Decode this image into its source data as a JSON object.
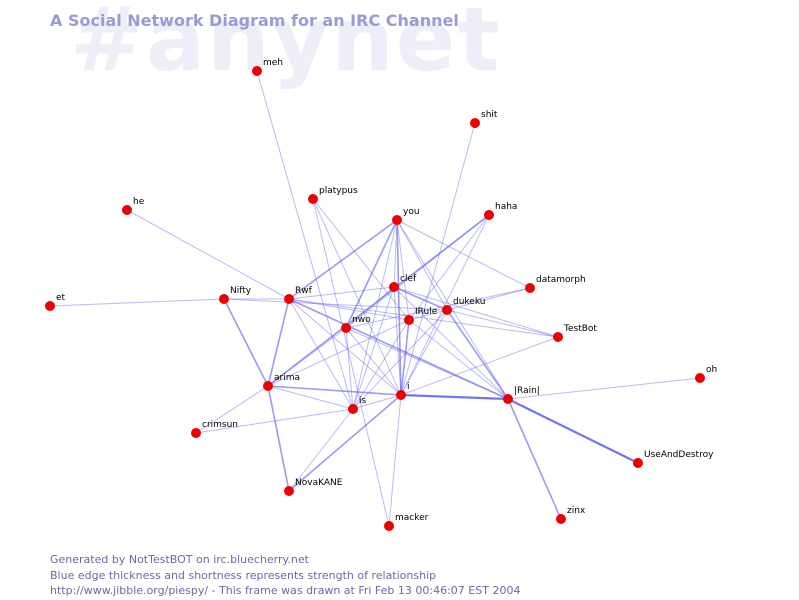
{
  "watermark": "#anynet",
  "title": "A Social Network Diagram for an IRC Channel",
  "footer": {
    "line1": "Generated by NotTestBOT on irc.bluecherry.net",
    "line2": "Blue edge thickness and shortness represents strength of relationship",
    "line3": "http://www.jibble.org/piespy/ - This frame was drawn at Fri Feb 13 00:46:07 EST 2004"
  },
  "colors": {
    "node": "#ee0000",
    "edge": "#6666ee",
    "title": "#9a9ad6",
    "watermark": "#eeeef8",
    "footer": "#6a6aa6"
  },
  "nodes": [
    {
      "id": "meh",
      "label": "meh"
    },
    {
      "id": "shit",
      "label": "shit"
    },
    {
      "id": "platypus",
      "label": "platypus"
    },
    {
      "id": "he",
      "label": "he"
    },
    {
      "id": "you",
      "label": "you"
    },
    {
      "id": "haha",
      "label": "haha"
    },
    {
      "id": "clef",
      "label": "clef"
    },
    {
      "id": "datamorph",
      "label": "datamorph"
    },
    {
      "id": "et",
      "label": "et"
    },
    {
      "id": "Nifty",
      "label": "Nifty"
    },
    {
      "id": "Rwf",
      "label": "Rwf"
    },
    {
      "id": "dukeku",
      "label": "dukeku"
    },
    {
      "id": "nwo",
      "label": "nwo"
    },
    {
      "id": "IRule",
      "label": "IRule"
    },
    {
      "id": "TestBot",
      "label": "TestBot"
    },
    {
      "id": "oh",
      "label": "oh"
    },
    {
      "id": "arima",
      "label": "arima"
    },
    {
      "id": "i",
      "label": "i"
    },
    {
      "id": "Rain",
      "label": "|Rain|"
    },
    {
      "id": "is",
      "label": "is"
    },
    {
      "id": "crimsun",
      "label": "crimsun"
    },
    {
      "id": "UseAndDestroy",
      "label": "UseAndDestroy"
    },
    {
      "id": "NovaKANE",
      "label": "NovaKANE"
    },
    {
      "id": "zinx",
      "label": "zinx"
    },
    {
      "id": "macker",
      "label": "macker"
    }
  ],
  "edges": [
    {
      "source": "meh",
      "target": "is",
      "weight": 1
    },
    {
      "source": "shit",
      "target": "i",
      "weight": 1
    },
    {
      "source": "platypus",
      "target": "i",
      "weight": 1
    },
    {
      "source": "platypus",
      "target": "IRule",
      "weight": 1
    },
    {
      "source": "platypus",
      "target": "macker",
      "weight": 1
    },
    {
      "source": "he",
      "target": "Rwf",
      "weight": 1
    },
    {
      "source": "et",
      "target": "Nifty",
      "weight": 1
    },
    {
      "source": "Nifty",
      "target": "Rwf",
      "weight": 1
    },
    {
      "source": "Nifty",
      "target": "arima",
      "weight": 2
    },
    {
      "source": "Nifty",
      "target": "dukeku",
      "weight": 1
    },
    {
      "source": "you",
      "target": "Rwf",
      "weight": 2
    },
    {
      "source": "you",
      "target": "nwo",
      "weight": 2
    },
    {
      "source": "you",
      "target": "clef",
      "weight": 1
    },
    {
      "source": "you",
      "target": "IRule",
      "weight": 1
    },
    {
      "source": "you",
      "target": "is",
      "weight": 1
    },
    {
      "source": "you",
      "target": "i",
      "weight": 2
    },
    {
      "source": "you",
      "target": "dukeku",
      "weight": 1
    },
    {
      "source": "you",
      "target": "datamorph",
      "weight": 1
    },
    {
      "source": "you",
      "target": "Rain",
      "weight": 1
    },
    {
      "source": "haha",
      "target": "arima",
      "weight": 2
    },
    {
      "source": "haha",
      "target": "nwo",
      "weight": 1
    },
    {
      "source": "haha",
      "target": "IRule",
      "weight": 1
    },
    {
      "source": "haha",
      "target": "i",
      "weight": 1
    },
    {
      "source": "clef",
      "target": "Rwf",
      "weight": 1
    },
    {
      "source": "clef",
      "target": "dukeku",
      "weight": 2
    },
    {
      "source": "clef",
      "target": "TestBot",
      "weight": 1
    },
    {
      "source": "clef",
      "target": "is",
      "weight": 1
    },
    {
      "source": "clef",
      "target": "i",
      "weight": 1
    },
    {
      "source": "clef",
      "target": "Rain",
      "weight": 1
    },
    {
      "source": "clef",
      "target": "nwo",
      "weight": 1
    },
    {
      "source": "datamorph",
      "target": "dukeku",
      "weight": 1
    },
    {
      "source": "datamorph",
      "target": "nwo",
      "weight": 1
    },
    {
      "source": "Rwf",
      "target": "IRule",
      "weight": 1
    },
    {
      "source": "Rwf",
      "target": "arima",
      "weight": 2
    },
    {
      "source": "Rwf",
      "target": "i",
      "weight": 1
    },
    {
      "source": "Rwf",
      "target": "Rain",
      "weight": 2
    },
    {
      "source": "Rwf",
      "target": "TestBot",
      "weight": 1
    },
    {
      "source": "dukeku",
      "target": "IRule",
      "weight": 1
    },
    {
      "source": "dukeku",
      "target": "is",
      "weight": 1
    },
    {
      "source": "dukeku",
      "target": "i",
      "weight": 1
    },
    {
      "source": "dukeku",
      "target": "Rain",
      "weight": 2
    },
    {
      "source": "dukeku",
      "target": "TestBot",
      "weight": 1
    },
    {
      "source": "nwo",
      "target": "is",
      "weight": 1
    },
    {
      "source": "nwo",
      "target": "i",
      "weight": 1
    },
    {
      "source": "nwo",
      "target": "Rain",
      "weight": 1
    },
    {
      "source": "nwo",
      "target": "arima",
      "weight": 1
    },
    {
      "source": "IRule",
      "target": "i",
      "weight": 2
    },
    {
      "source": "IRule",
      "target": "is",
      "weight": 1
    },
    {
      "source": "IRule",
      "target": "Rain",
      "weight": 1
    },
    {
      "source": "IRule",
      "target": "arima",
      "weight": 1
    },
    {
      "source": "TestBot",
      "target": "i",
      "weight": 1
    },
    {
      "source": "arima",
      "target": "i",
      "weight": 2
    },
    {
      "source": "arima",
      "target": "is",
      "weight": 1
    },
    {
      "source": "arima",
      "target": "NovaKANE",
      "weight": 2
    },
    {
      "source": "arima",
      "target": "crimsun",
      "weight": 1
    },
    {
      "source": "i",
      "target": "Rain",
      "weight": 3
    },
    {
      "source": "i",
      "target": "NovaKANE",
      "weight": 2
    },
    {
      "source": "i",
      "target": "macker",
      "weight": 1
    },
    {
      "source": "i",
      "target": "is",
      "weight": 1
    },
    {
      "source": "is",
      "target": "crimsun",
      "weight": 1
    },
    {
      "source": "is",
      "target": "NovaKANE",
      "weight": 1
    },
    {
      "source": "Rain",
      "target": "UseAndDestroy",
      "weight": 3
    },
    {
      "source": "Rain",
      "target": "zinx",
      "weight": 2
    },
    {
      "source": "Rain",
      "target": "oh",
      "weight": 1
    },
    {
      "source": "Rwf",
      "target": "is",
      "weight": 1
    }
  ]
}
